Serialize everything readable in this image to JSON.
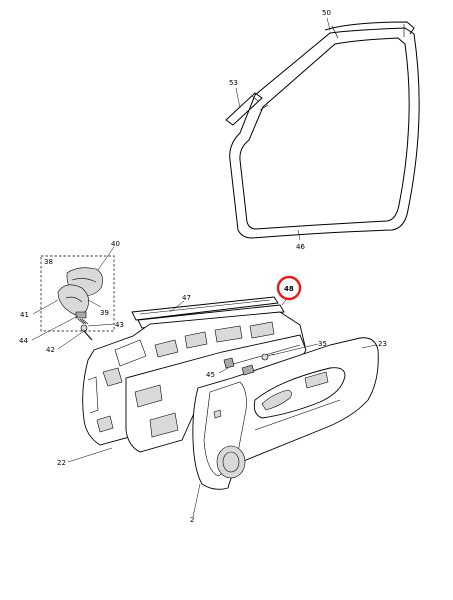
{
  "callouts": {
    "c50": "50",
    "c53": "53",
    "c46": "46",
    "c40": "40",
    "c38": "38",
    "c41": "41",
    "c39": "39",
    "c44": "44",
    "c42": "42",
    "c43": "43",
    "c47": "47",
    "c48": "48",
    "c35": "35",
    "c23": "23",
    "c45": "45",
    "c22": "22",
    "c2": "2"
  },
  "highlighted_part": "48",
  "colors": {
    "highlight_ring": "#e11d1d",
    "line": "#000000",
    "shade": "#d9d9d9"
  }
}
